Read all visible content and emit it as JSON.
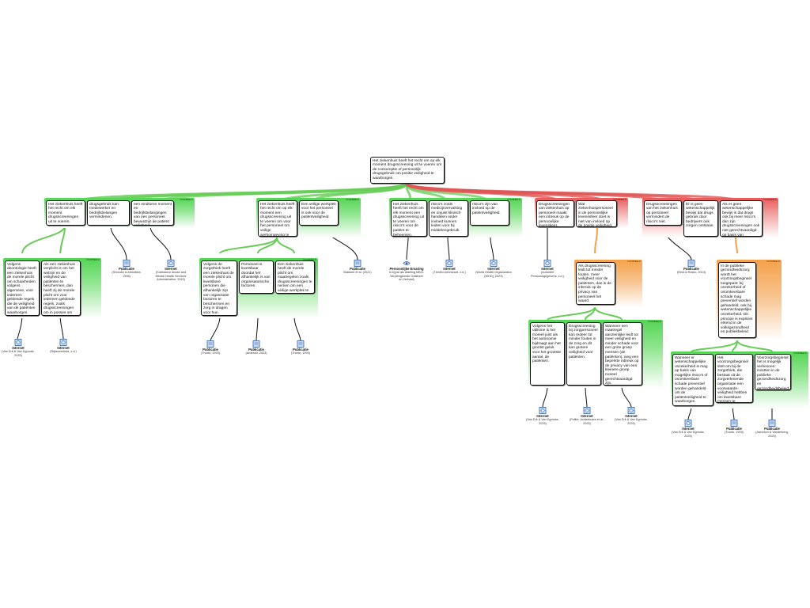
{
  "root": "Het ziekenhuis heeft het recht om op elk moment drugsscreening uit te voeren om de consumptie of persoonlijk drugsgebruik om positie veiligheid te waarborgen.",
  "group_label": "VOORBEELD",
  "colors": {
    "pro": "#55d455",
    "con": "#e85a5a",
    "objection": "#f5a14a",
    "link_pro": "#66cc55",
    "link_con": "#e05555"
  },
  "reasons": {
    "r1": [
      "Het ziekenhuis heeft het recht om elk moment drugsscreeningen uit te voeren.",
      "drugsgebruik kan medewerker en bedrijfsbelangen vermindenen.",
      "een eindtoren moment en bedrijfsbelangingen van een personeel bewustzijn de patiënt veiligheid."
    ],
    "r2": [
      "Het ziekenhuis heeft het recht om op elk moment een drugsscreening uit te voeren om voor het personeel om veilige werkomgeving te garanderen.",
      "Een veilige werkplek voor het personeel is ook voor de patiëntveiligheid."
    ],
    "r3": [
      "Het ziekenhuis heeft het recht om elk moment een drugsscreening uit te voeren om risico's voor de patiënt te beheersen.",
      "risico's zoals medicijnvervalsing en onjuist klinisch handelen onder invloed kunnen leiden voor bij middelengebruik.",
      "risico's zijn van invloed op de patiëntveiligheid."
    ],
    "o1": [
      "Drugsscreeningen van ziekenhuis op personeel maakt een inbreuk op de persoonlijke levenskeer.",
      "Wat ziekenhuispersoneel in de persoonlijke levenssfeer doet is niet van invloed op de positie veiligheid."
    ],
    "o2": [
      "Drugsscreeningen van het ziekenhuis op personeel vermindert de risico's niet.",
      "Er is geen wetenschappelijk bewijs dat drugs gebruik door bedrijvers ook zorgen ontstaan.",
      "Als er geen wetenschappelijke bewijs is dat drugs ook bij meer risico's dan zijn drugsscreeningen ook niet gerechtvaardigd op basis van patiëntveiligheid."
    ]
  },
  "evidence": {
    "e1": [
      "Volgens deontologie heeft een ziekenhuis de morele plicht om schaarheden volgens algemene, voor iedereen geldende regels die de veiligheid van de patiënten waarborgen.",
      "Als een ziekenhuis verplicht is om het welzijn en de veiligheid van patiënten te beschermen, dan heeft zij de morele plicht om voor iedereen geldende regels, zoals drugsscreeningen om in posses om deze veiligheid te waarborgen."
    ],
    "e2": [
      "Volgens de zorgethiek heeft een ziekenhuis de morele plicht om kwetsbare personen die afhankelijk zijn van organisatie factoren te beschermen en zorg in dragen voor hun veiligheid.",
      "Personeel is kwetsbaar doordat het afhankelijk is van organisatorische factoren.",
      "Een ziekenhuis heeft de morele plicht om maatregelen zoals drugsscreeningen te nemen om een veilige werkplek te garanderen."
    ],
    "e3": [
      "Volgens het utilisme is het moreel juist als het autonomie bijdraagt aan het grootst geluk voor het grootste aantal, de patiënten.",
      "Drugsscreening bij zorgpersoneel kan redeer tot minder fouten in de zorg en dit kan grotere veiligheid voor patiënten.",
      "Wanneer een maatregel aanzienlijke leidt tot meer veiligheid en minder schade voor een grote groep mensen (de patiënten), weg een beperkte inbreuk op de privacy van een kleinere groep moreel gerechtvaardigd zijn."
    ],
    "e4": [
      "Wanneer er wetenschappelijke onzekerheid is mag op basis van mogelijke risico's of onomkeerbare schade preventief worden gehandeld om de patiëntveiligheid te waarborgen.",
      "Het voorzorgsbeginsel stelt om bij de zorgethiek, die bestaat uit de zorgverlenende organisatie een voorwaarde-veiligheid hebben om kwetsbare mensen te beschermen.",
      "Voorzorgsbeginsel: het is mogelijk verkennen: inzetten in de publieke gezondheidszorg en gezondheidsbeleid."
    ],
    "o1_rebuttal": "Als drugsscreening leidt tot minder fouten, meer veiligheid voor de patiënten, dan is de inbreuk op de privacy van personeel het waard.",
    "o2_rebuttal": "In de publieke gezondheidszorg wordt het voorzorgsbeginsel toegepast: bij onzekerheid of onomkeerbare schade mag preventief worden gehandeld, ook bij wetenschappelijke onzekerheid. Dit principe is expliciet erkend in de volksgezondheid en publiekbeleid."
  },
  "sources": [
    {
      "type": "Publicatie",
      "cite": "(Shoroko & Arendtlea, 1998)"
    },
    {
      "type": "Internet",
      "cite": "(Substance Abuse and Mental Health Services Administration, 2015)"
    },
    {
      "type": "Publicatie",
      "cite": "Brakkee et al. (2021)"
    },
    {
      "type": "Persoonlijke Ervaring",
      "cite": "In bijval als afdeling MBO-Verpleegkunde Gastheer en Verhaal)"
    },
    {
      "type": "Internet",
      "cite": "(Tientrix-kenniswet, z.d.)"
    },
    {
      "type": "Internet",
      "cite": "(World Health Organization [WHO], 2023)"
    },
    {
      "type": "Internet",
      "cite": "(Autoriteit Persoonsgegevens, z.d.)"
    },
    {
      "type": "Publicatie",
      "cite": "(Reid & Rosko, 2014)"
    },
    {
      "type": "Internet",
      "cite": "(Van Erk & Van Egmose, 2025)"
    },
    {
      "type": "Internet",
      "cite": "(Rijksoverheid, z.d.)"
    },
    {
      "type": "Publicatie",
      "cite": "(Tronto, 1993)"
    },
    {
      "type": "Publicatie",
      "cite": "(Ardenoli, 2023)"
    },
    {
      "type": "Publicatie",
      "cite": "(Tronto, 1993)"
    },
    {
      "type": "Internet",
      "cite": "(Van Erk & Van Egmose, 2025)"
    },
    {
      "type": "Internet",
      "cite": "(Politie, Achterbuten et al., 2025)"
    },
    {
      "type": "Internet",
      "cite": "(Van Erk & Van Egmose, 2025)"
    },
    {
      "type": "Internet",
      "cite": "(Van Erk & Van Egmose, 2025)"
    },
    {
      "type": "Publicatie",
      "cite": "(Tronto, 1993)"
    },
    {
      "type": "Publicatie",
      "cite": "(Jameson & Vanderberg, 2025)"
    }
  ]
}
